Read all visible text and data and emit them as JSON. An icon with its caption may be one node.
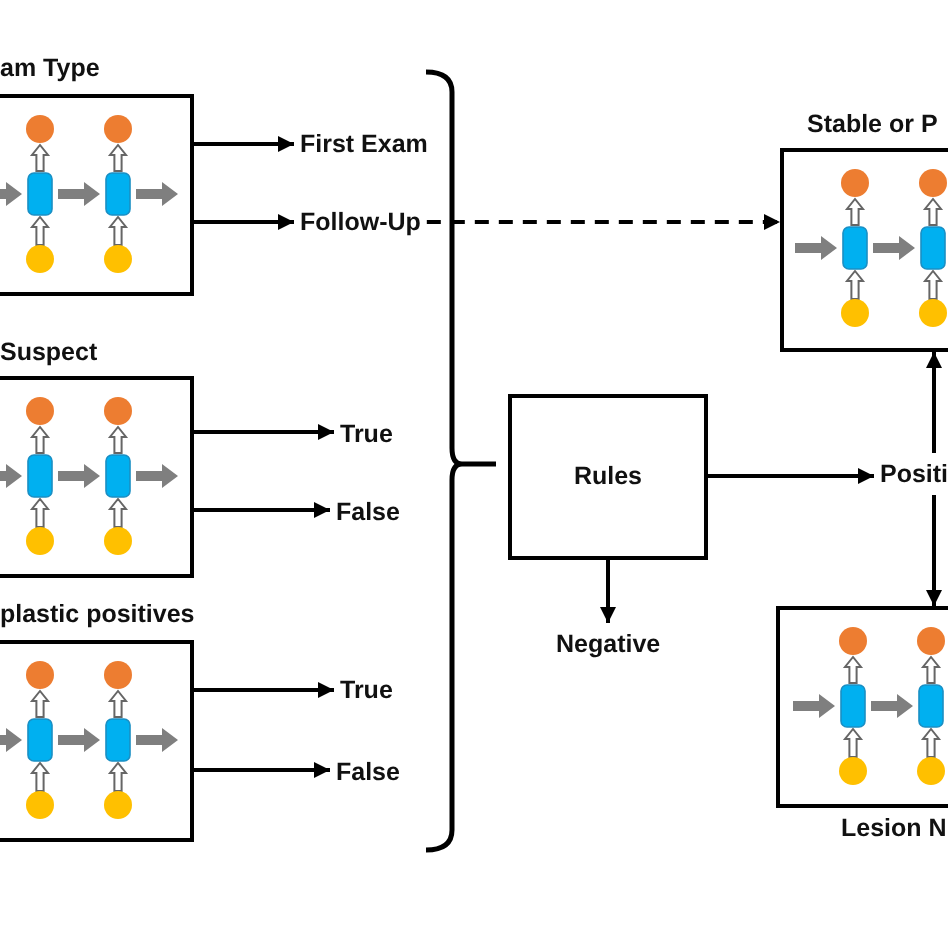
{
  "diagram": {
    "nodes": [
      {
        "text": [
          "am Type"
        ]
      },
      {
        "text": [
          "First Exam"
        ]
      },
      {
        "text": [
          "Follow-Up"
        ]
      },
      {
        "text": [
          "Suspect"
        ]
      },
      {
        "text": [
          "True"
        ]
      },
      {
        "text": [
          "False"
        ]
      },
      {
        "text": [
          "plastic positives"
        ]
      },
      {
        "text": [
          "True"
        ]
      },
      {
        "text": [
          "False"
        ]
      },
      {
        "text": [
          "Rules"
        ]
      },
      {
        "text": [
          "Negative"
        ]
      },
      {
        "text": [
          "Positi"
        ]
      },
      {
        "text": [
          "Stable or P"
        ]
      },
      {
        "text": [
          "Lesion N"
        ]
      }
    ],
    "edges": [
      {
        "from": 0,
        "to": 1,
        "arrow": "to"
      },
      {
        "from": 0,
        "to": 2,
        "arrow": "to"
      },
      {
        "from": 3,
        "to": 4,
        "arrow": "to"
      },
      {
        "from": 3,
        "to": 5,
        "arrow": "to"
      },
      {
        "from": 6,
        "to": 7,
        "arrow": "to"
      },
      {
        "from": 6,
        "to": 8,
        "arrow": "to"
      },
      {
        "from": 2,
        "to": 12,
        "arrow": "to",
        "style": "dashed"
      },
      {
        "from": 9,
        "to": 10,
        "arrow": "to"
      },
      {
        "from": 9,
        "to": 11,
        "arrow": "to"
      },
      {
        "from": 11,
        "to": 12,
        "arrow": "to"
      },
      {
        "from": 11,
        "to": 13,
        "arrow": "to"
      }
    ]
  }
}
